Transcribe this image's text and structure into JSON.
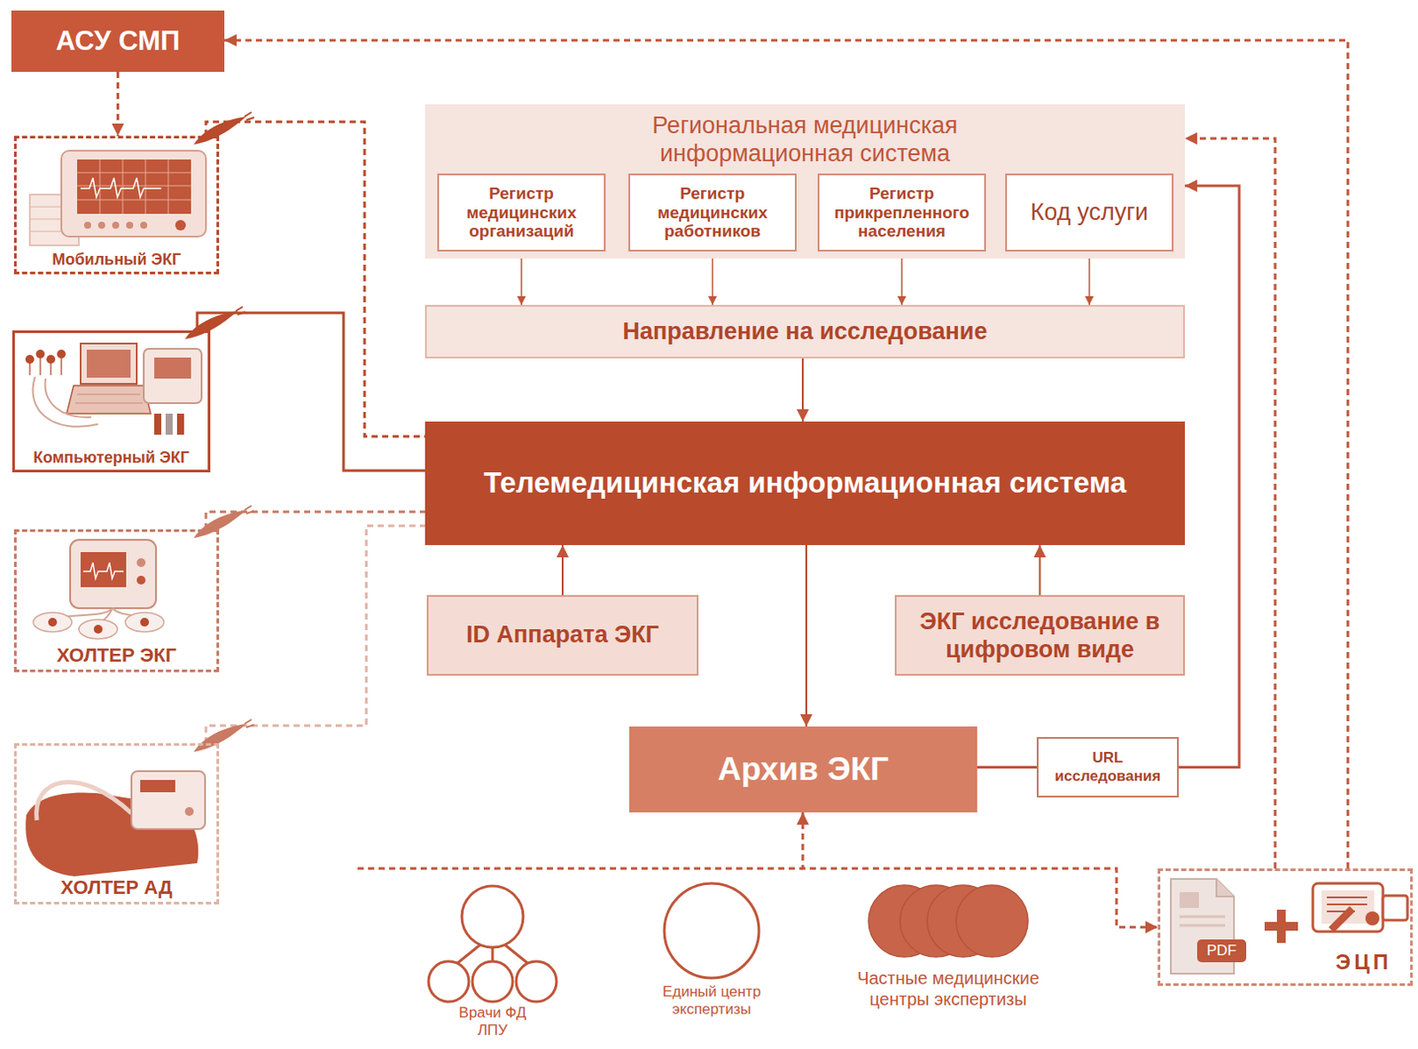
{
  "diagram": {
    "nodes": [
      {
        "text": [
          "АСУ СМП"
        ]
      },
      {
        "text": [
          "Мобильный ЭКГ"
        ]
      },
      {
        "text": [
          "Компьютерный ЭКГ"
        ]
      },
      {
        "text": [
          "ХОЛТЕР ЭКГ"
        ]
      },
      {
        "text": [
          "ХОЛТЕР АД"
        ]
      },
      {
        "text": [
          "Региональная медицинская информационная система"
        ]
      },
      {
        "text": [
          "Регистр медицинских организаций"
        ],
        "in": 5
      },
      {
        "text": [
          "Регистр медицинских работников"
        ],
        "in": 5
      },
      {
        "text": [
          "Регистр прикрепленного населения"
        ],
        "in": 5
      },
      {
        "text": [
          "Код услуги"
        ],
        "in": 5
      },
      {
        "text": [
          "Направление на исследование"
        ]
      },
      {
        "text": [
          "Телемедицинская информационная система"
        ]
      },
      {
        "text": [
          "ID Аппарата ЭКГ"
        ]
      },
      {
        "text": [
          "ЭКГ исследование в цифровом виде"
        ]
      },
      {
        "text": [
          "Архив ЭКГ"
        ]
      },
      {
        "text": [
          "URL исследования"
        ]
      },
      {
        "text": [
          "Врачи ФД ЛПУ"
        ]
      },
      {
        "text": [
          "Единый центр экспертизы"
        ]
      },
      {
        "text": [
          "Частные медицинские центры экспертизы"
        ]
      },
      {
        "text": [
          "PDF",
          "ЭЦП"
        ]
      }
    ],
    "edges": [
      {
        "from": 0,
        "to": 1,
        "arrow": "to"
      },
      {
        "from": 1,
        "to": 11,
        "arrow": "none"
      },
      {
        "from": 2,
        "to": 11,
        "arrow": "none"
      },
      {
        "from": 3,
        "to": 11,
        "arrow": "none"
      },
      {
        "from": 4,
        "to": 11,
        "arrow": "none"
      },
      {
        "from": 6,
        "to": 10,
        "arrow": "to"
      },
      {
        "from": 7,
        "to": 10,
        "arrow": "to"
      },
      {
        "from": 8,
        "to": 10,
        "arrow": "to"
      },
      {
        "from": 9,
        "to": 10,
        "arrow": "to"
      },
      {
        "from": 10,
        "to": 11,
        "arrow": "to"
      },
      {
        "from": 12,
        "to": 11,
        "arrow": "to"
      },
      {
        "from": 13,
        "to": 11,
        "arrow": "to"
      },
      {
        "from": 11,
        "to": 14,
        "arrow": "to"
      },
      {
        "from": 14,
        "to": 15,
        "arrow": "none"
      },
      {
        "from": 15,
        "to": 5,
        "arrow": "to"
      },
      {
        "from": 19,
        "to": 5,
        "arrow": "to"
      },
      {
        "from": 19,
        "to": 0,
        "arrow": "to"
      },
      {
        "from": 14,
        "to": 19,
        "arrow": "both"
      }
    ]
  }
}
